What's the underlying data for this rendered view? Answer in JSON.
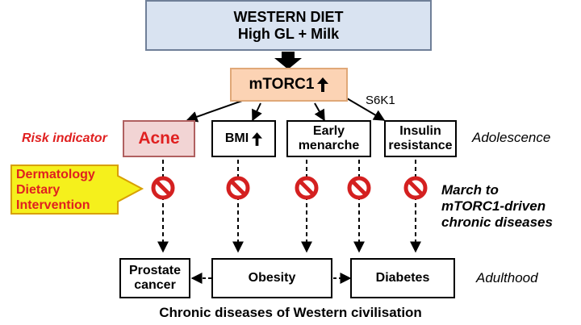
{
  "diet": {
    "line1": "WESTERN DIET",
    "line2": "High GL + Milk"
  },
  "mtorc1": {
    "label": "mTORC1",
    "arrow_icon": "up-arrow-icon"
  },
  "s6k1": "S6K1",
  "adolescence": {
    "acne": "Acne",
    "bmi": "BMI",
    "menarche_line1": "Early",
    "menarche_line2": "menarche",
    "insulin_line1": "Insulin",
    "insulin_line2": "resistance"
  },
  "risk_indicator": "Risk indicator",
  "intervention": {
    "line1": "Dermatology",
    "line2": "Dietary",
    "line3": "Intervention"
  },
  "march": {
    "line1": "March to",
    "line2": "mTORC1-driven",
    "line3": "chronic diseases"
  },
  "labels": {
    "adolescence": "Adolescence",
    "adulthood": "Adulthood"
  },
  "adulthood": {
    "prostate_line1": "Prostate",
    "prostate_line2": "cancer",
    "obesity": "Obesity",
    "diabetes": "Diabetes"
  },
  "footer": "Chronic diseases of Western civilisation",
  "colors": {
    "diet_fill": "#d9e3f1",
    "mtorc1_fill": "#fcd3b4",
    "acne_fill": "#f2d4d4",
    "red_text": "#e02020",
    "intervention_fill": "#f5f01c",
    "prohibited": "#d42020"
  }
}
